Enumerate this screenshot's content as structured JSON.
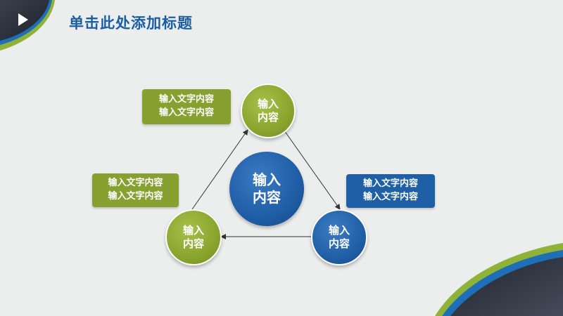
{
  "slide": {
    "title": "单击此处添加标题",
    "colors": {
      "accent_blue": "#1c5ea3",
      "accent_green": "#8aa52e",
      "background": "#eceeed",
      "dark_corner": "#2a2f3a"
    },
    "icons": [
      "play-icon"
    ]
  },
  "diagram": {
    "center": {
      "line1": "输入",
      "line2": "内容"
    },
    "nodes": [
      {
        "id": "top",
        "line1": "输入",
        "line2": "内容",
        "color": "green"
      },
      {
        "id": "bottom-right",
        "line1": "输入",
        "line2": "内容",
        "color": "blue"
      },
      {
        "id": "bottom-left",
        "line1": "输入",
        "line2": "内容",
        "color": "green"
      }
    ],
    "labels": [
      {
        "id": "top-left",
        "line1": "输入文字内容",
        "line2": "输入文字内容",
        "color": "green"
      },
      {
        "id": "right",
        "line1": "输入文字内容",
        "line2": "输入文字内容",
        "color": "blue"
      },
      {
        "id": "left",
        "line1": "输入文字内容",
        "line2": "输入文字内容",
        "color": "green"
      }
    ],
    "edges": [
      {
        "from": "top",
        "to": "bottom-right"
      },
      {
        "from": "bottom-right",
        "to": "bottom-left"
      },
      {
        "from": "bottom-left",
        "to": "top"
      }
    ]
  }
}
